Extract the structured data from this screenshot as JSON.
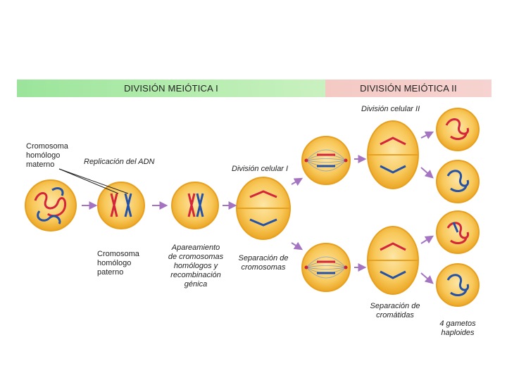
{
  "banners": {
    "meiosis_1": "DIVISIÓN MEIÓTICA I",
    "meiosis_2": "DIVISIÓN MEIÓTICA II"
  },
  "labels": {
    "cell_division_2": "División celular II",
    "maternal_chromosome": [
      "Cromosoma",
      "homólogo",
      "materno"
    ],
    "dna_replication": "Replicación del ADN",
    "cell_division_1": "División celular I",
    "paternal_chromosome": [
      "Cromosoma",
      "homólogo",
      "paterno"
    ],
    "pairing": [
      "Apareamiento",
      "de cromosomas",
      "homólogos y",
      "recombinación",
      "génica"
    ],
    "chromosome_separation": [
      "Separación de",
      "cromosomas"
    ],
    "chromatid_separation": [
      "Separación de",
      "cromátidas"
    ],
    "gametes": [
      "4 gametos",
      "haploides"
    ]
  },
  "colors": {
    "cell_outer": "#f3b530",
    "cell_inner": "#fbd67a",
    "maternal": "#d4253a",
    "paternal": "#2452a8",
    "arrow": "#a474c2",
    "spindle": "#8aa0c0"
  }
}
